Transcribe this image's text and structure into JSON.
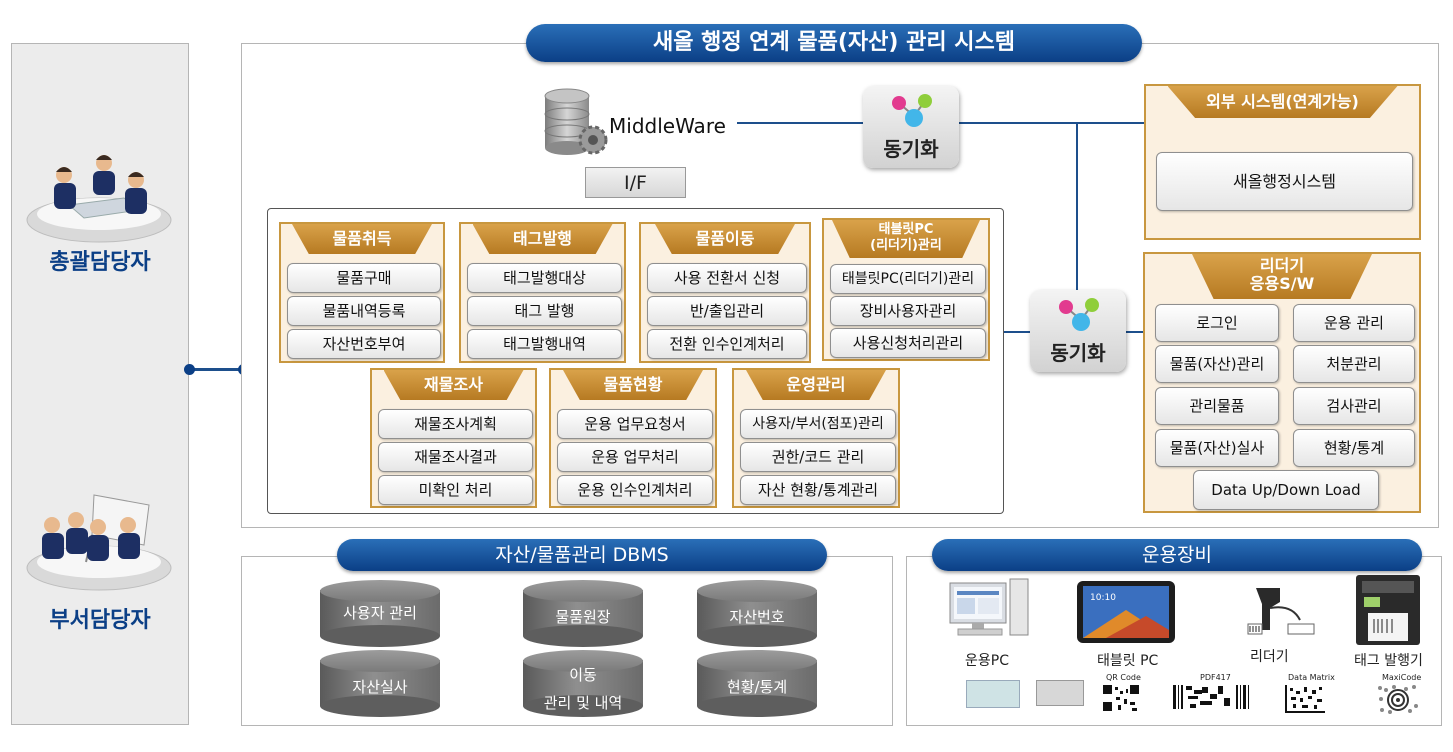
{
  "system_title": "새올 행정 연계 물품(자산)  관리 시스템",
  "left": {
    "top_user": "총괄담당자",
    "bottom_user": "부서담당자"
  },
  "middleware": {
    "label": "MiddleWare",
    "if_label": "I/F"
  },
  "sync_label": "동기화",
  "groups": [
    {
      "title": "물품취득",
      "items": [
        "물품구매",
        "물품내역등록",
        "자산번호부여"
      ]
    },
    {
      "title": "태그발행",
      "items": [
        "태그발행대상",
        "태그 발행",
        "태그발행내역"
      ]
    },
    {
      "title": "물품이동",
      "items": [
        "사용 전환서 신청",
        "반/출입관리",
        "전환 인수인계처리"
      ]
    },
    {
      "title_line1": "태블릿PC",
      "title_line2": "(리더기)관리",
      "items": [
        "태블릿PC(리더기)관리",
        "장비사용자관리",
        "사용신청처리관리"
      ]
    },
    {
      "title": "재물조사",
      "items": [
        "재물조사계획",
        "재물조사결과",
        "미확인 처리"
      ]
    },
    {
      "title": "물품현황",
      "items": [
        "운용 업무요청서",
        "운용 업무처리",
        "운용 인수인계처리"
      ]
    },
    {
      "title": "운영관리",
      "items": [
        "사용자/부서(점포)관리",
        "권한/코드 관리",
        "자산 현황/통계관리"
      ]
    }
  ],
  "external": {
    "title": "외부 시스템(연계가능)",
    "item": "새올행정시스템"
  },
  "reader_app": {
    "title_line1": "리더기",
    "title_line2": "응용S/W",
    "items": [
      "로그인",
      "운용 관리",
      "물품(자산)관리",
      "처분관리",
      "관리물품",
      "검사관리",
      "물품(자산)실사",
      "현황/통계"
    ],
    "wide_item": "Data Up/Down Load"
  },
  "dbms": {
    "title": "자산/물품관리 DBMS",
    "items": [
      "사용자 관리",
      "물품원장",
      "자산번호",
      "자산실사",
      "이동",
      "관리 및 내역",
      "현황/통계"
    ]
  },
  "equipment": {
    "title": "운용장비",
    "devices": [
      "운용PC",
      "태블릿 PC",
      "리더기",
      "태그 발행기"
    ],
    "barcode_labels": [
      "QR Code",
      "PDF417",
      "Data Matrix",
      "MaxiCode"
    ],
    "tablet_clock": "10:10"
  },
  "colors": {
    "title_blue": "#0b3f86",
    "group_gold": "#c8973f",
    "line_blue": "#1d4f8c"
  }
}
